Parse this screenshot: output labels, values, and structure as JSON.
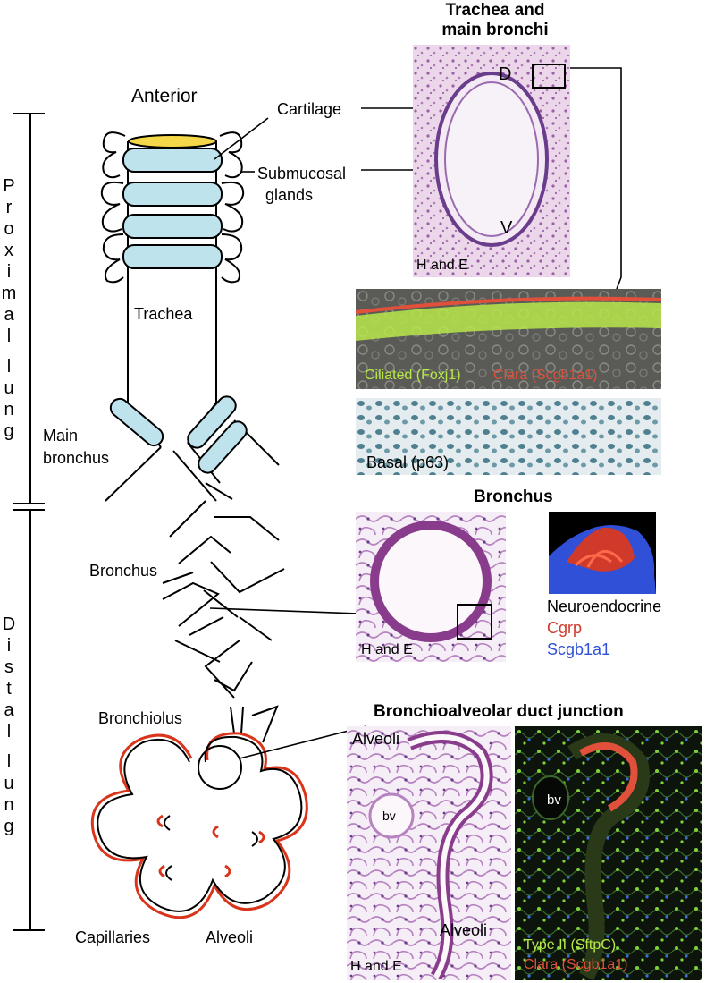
{
  "headings": {
    "trachea": [
      "Trachea and",
      "main bronchi"
    ],
    "bronchus": "Bronchus",
    "badj": "Bronchioalveolar duct junction"
  },
  "side": {
    "proximal": [
      "P",
      "r",
      "o",
      "x",
      "i",
      "m",
      "a",
      "l",
      "",
      "l",
      "u",
      "n",
      "g"
    ],
    "distal": [
      "D",
      "i",
      "s",
      "t",
      "a",
      "l",
      "",
      "l",
      "u",
      "n",
      "g"
    ]
  },
  "diagram": {
    "anterior": "Anterior",
    "cartilage": "Cartilage",
    "submucosal": [
      "Submucosal",
      "glands"
    ],
    "trachea": "Trachea",
    "main_bronchus": [
      "Main",
      "bronchus"
    ],
    "bronchus": "Bronchus",
    "bronchiolus": "Bronchiolus",
    "capillaries": "Capillaries",
    "alveoli": "Alveoli"
  },
  "panels": {
    "trachea_he": {
      "d": "D",
      "v": "V",
      "stain": "H and E"
    },
    "ciliated": {
      "a": "Ciliated (Foxj1)",
      "b": "Clara (Scgb1a1)"
    },
    "basal": "Basal (p63)",
    "bronchus_he": "H and E",
    "neuro": {
      "a": "Neuroendocrine",
      "b": "Cgrp",
      "c": "Scgb1a1"
    },
    "badj_he": {
      "alveoli_top": "Alveoli",
      "bv": "bv",
      "alveoli_bottom": "Alveoli",
      "stain": "H and E"
    },
    "badj_fl": {
      "bv": "bv",
      "a": "Type II (SftpC)",
      "b": "Clara (Scgb1a1)"
    }
  },
  "colors": {
    "cartilage": "#bfe3ec",
    "trachea_top": "#f5d84a",
    "capillary": "#d9351c",
    "he_bg": "#e8d3e6",
    "he_wall": "#8a3c8c",
    "ciliated_green": "#b8e84a",
    "clara_red": "#e0503a",
    "cgrp_red": "#d03a2a",
    "scgb_blue": "#3050d8"
  }
}
